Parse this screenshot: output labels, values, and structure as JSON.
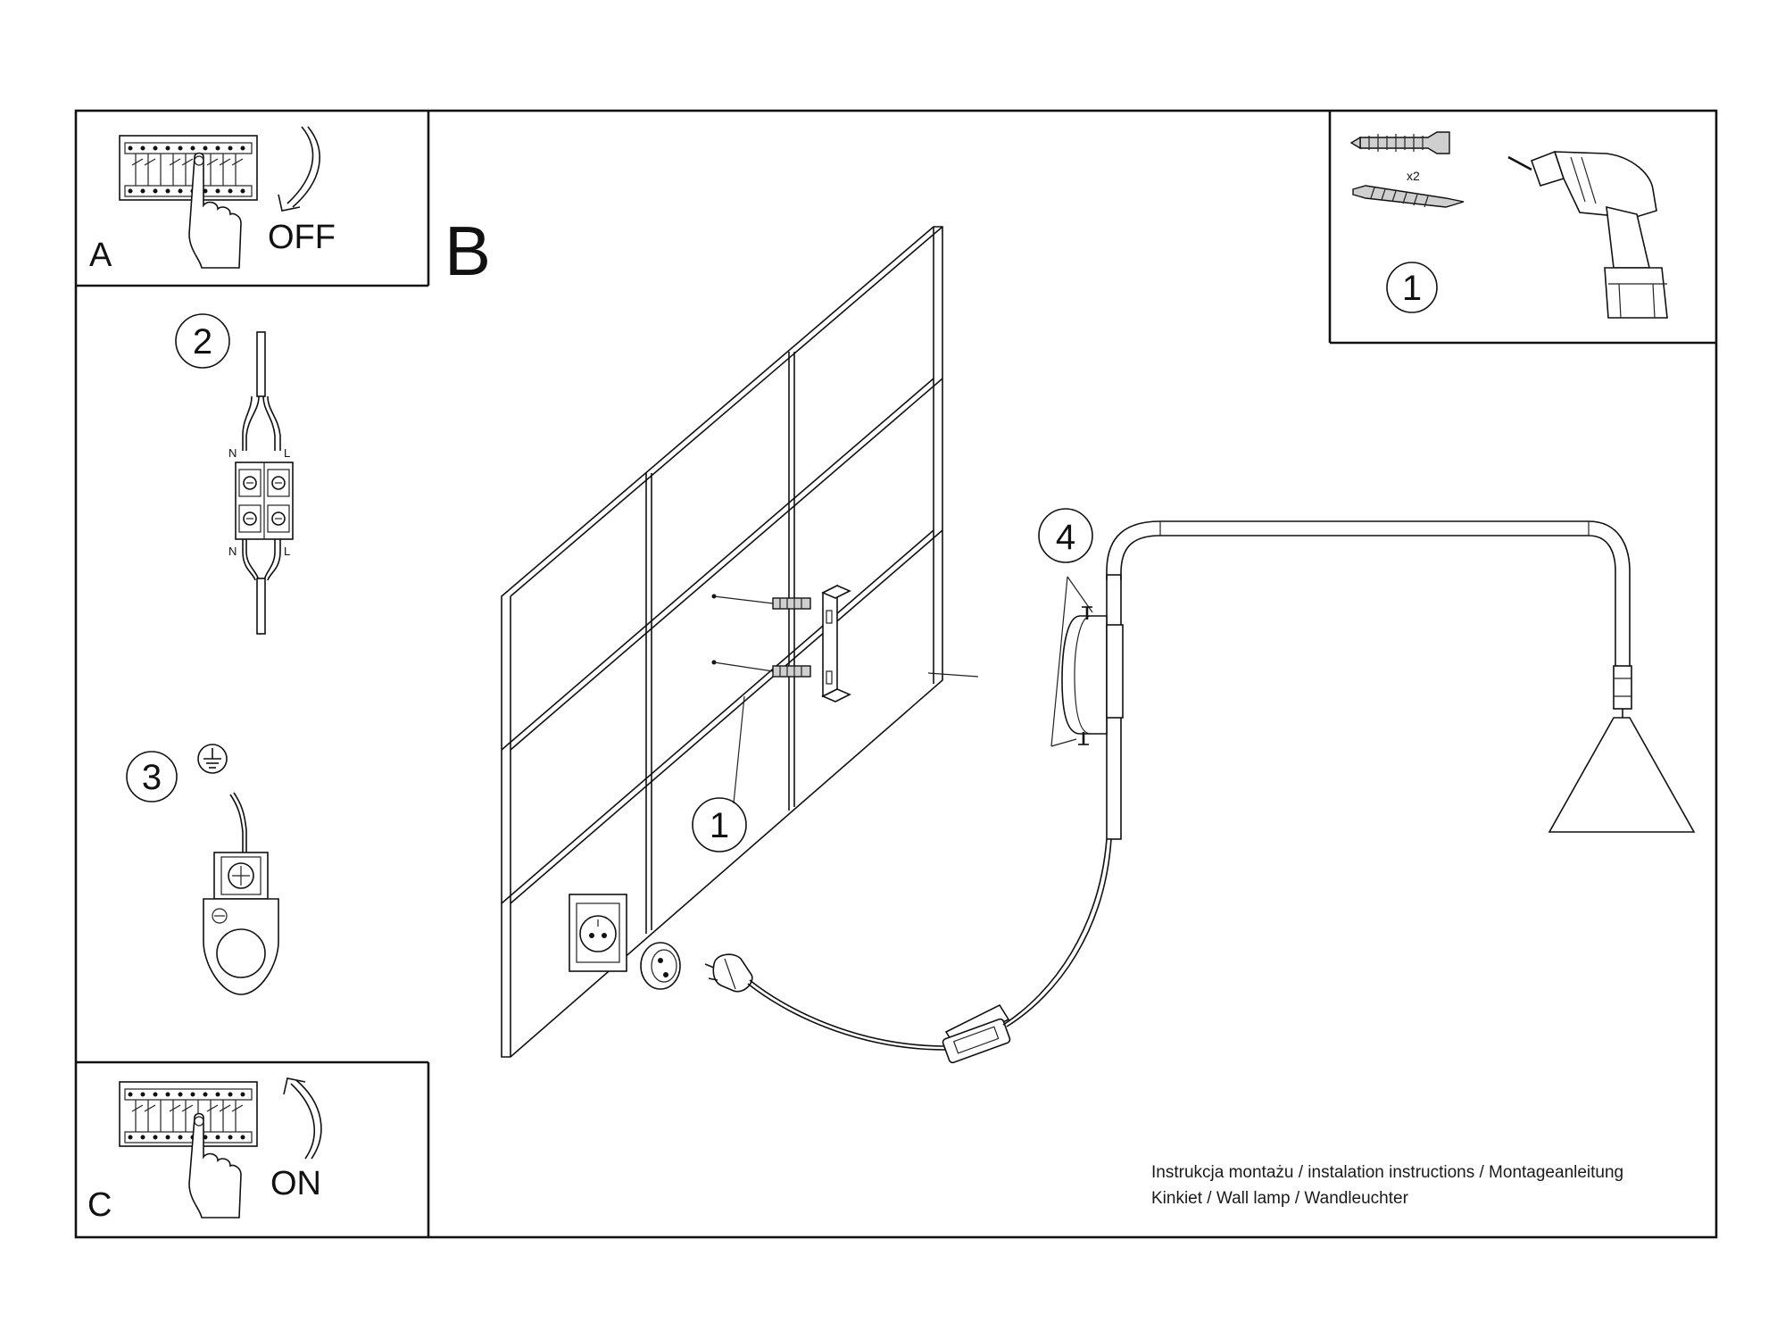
{
  "steps": {
    "a": {
      "letter": "A",
      "switch_label": "OFF"
    },
    "b": {
      "letter": "B"
    },
    "c": {
      "letter": "C",
      "switch_label": "ON"
    }
  },
  "callouts": {
    "tools": "1",
    "wiring": "2",
    "earth": "3",
    "lamp_screws": "4",
    "wall_plugs": "1"
  },
  "kit": {
    "quantity": "x2"
  },
  "terminal_marks": {
    "top_left": "N",
    "top_right": "L",
    "bottom_left": "N",
    "bottom_right": "L"
  },
  "footer": {
    "line1": "Instrukcja montażu / instalation instructions / Montageanleitung",
    "line2": "Kinkiet / Wall lamp / Wandleuchter"
  },
  "icons": [
    "switch-panel-icon",
    "hand-icon",
    "arrow-down-icon",
    "arrow-up-icon",
    "wall-plug-icon",
    "screw-icon",
    "drill-icon",
    "terminal-block-icon",
    "earth-symbol-icon",
    "earth-terminal-icon",
    "wall-tiles",
    "mounting-bracket",
    "wall-socket",
    "plug-adapter",
    "power-plug",
    "inline-switch",
    "wall-lamp"
  ]
}
